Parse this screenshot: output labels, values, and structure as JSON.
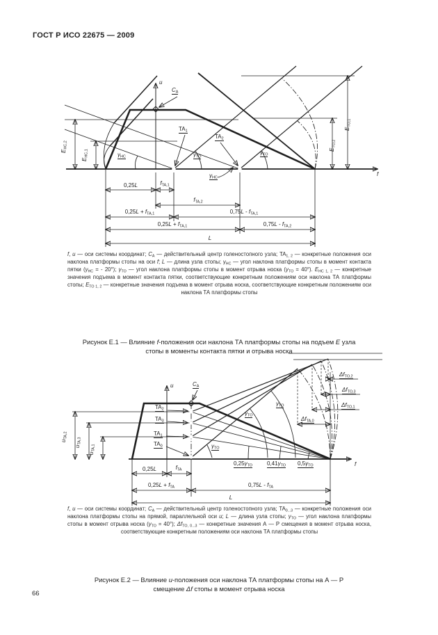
{
  "page": {
    "header": "ГОСТ Р ИСО 22675 — 2009",
    "number": "66"
  },
  "fig1": {
    "labels": {
      "u": [
        {
          "t": "u",
          "i": 1
        }
      ],
      "f": [
        {
          "t": "f",
          "i": 1
        }
      ],
      "ca": [
        {
          "t": "C",
          "i": 1
        },
        {
          "t": "A",
          "s": 1
        }
      ],
      "ta1": [
        {
          "t": "TA"
        },
        {
          "t": "1",
          "s": 1
        }
      ],
      "ta2": [
        {
          "t": "TA"
        },
        {
          "t": "2",
          "s": 1
        }
      ],
      "gamma_hc_left": [
        {
          "t": "γ",
          "i": 1
        },
        {
          "t": "HC",
          "s": 1
        }
      ],
      "gamma_to_1": [
        {
          "t": "γ",
          "i": 1
        },
        {
          "t": "TO",
          "s": 1
        }
      ],
      "gamma_to_2": [
        {
          "t": "γ",
          "i": 1
        },
        {
          "t": "TO",
          "s": 1
        }
      ],
      "gamma_hc_mid": [
        {
          "t": "γ",
          "i": 1
        },
        {
          "t": "HC",
          "s": 1
        }
      ],
      "e_hc2": [
        {
          "t": "E",
          "i": 1
        },
        {
          "t": "HC,2",
          "s": 1
        }
      ],
      "e_hc1": [
        {
          "t": "E",
          "i": 1
        },
        {
          "t": "HC,1",
          "s": 1
        }
      ],
      "e_to1": [
        {
          "t": "E",
          "i": 1
        },
        {
          "t": "TO,1",
          "s": 1
        }
      ],
      "e_to2": [
        {
          "t": "E",
          "i": 1
        },
        {
          "t": "TO,2",
          "s": 1
        }
      ],
      "dim_025l": [
        {
          "t": "0,25"
        },
        {
          "t": "L",
          "i": 1
        }
      ],
      "dim_fta1": [
        {
          "t": "f",
          "i": 1
        },
        {
          "t": "TA,1",
          "s": 1
        }
      ],
      "dim_fta2": [
        {
          "t": "f",
          "i": 1
        },
        {
          "t": "TA,2",
          "s": 1
        }
      ],
      "dim_025l_fta1_a": [
        {
          "t": "0,25"
        },
        {
          "t": "L",
          "i": 1
        },
        {
          "t": " + "
        },
        {
          "t": "f",
          "i": 1
        },
        {
          "t": "TA,1",
          "s": 1
        }
      ],
      "dim_075l_fta1": [
        {
          "t": "0,75"
        },
        {
          "t": "L",
          "i": 1
        },
        {
          "t": " - "
        },
        {
          "t": "f",
          "i": 1
        },
        {
          "t": "TA,1",
          "s": 1
        }
      ],
      "dim_025l_fta1_b": [
        {
          "t": "0,25"
        },
        {
          "t": "L",
          "i": 1
        },
        {
          "t": " + "
        },
        {
          "t": "f",
          "i": 1
        },
        {
          "t": "TA,1",
          "s": 1
        }
      ],
      "dim_075l_fta2": [
        {
          "t": "0,75"
        },
        {
          "t": "L",
          "i": 1
        },
        {
          "t": " - "
        },
        {
          "t": "f",
          "i": 1
        },
        {
          "t": "TA,2",
          "s": 1
        }
      ],
      "dim_l": [
        {
          "t": "L",
          "i": 1
        }
      ]
    },
    "caption": [
      {
        "t": "f",
        "i": 1
      },
      {
        "t": ", "
      },
      {
        "t": "u",
        "i": 1
      },
      {
        "t": " — оси системы координат; "
      },
      {
        "t": "C",
        "i": 1
      },
      {
        "t": "A",
        "s": 1
      },
      {
        "t": " — действительный центр голеностопного узла; TA"
      },
      {
        "t": "1, 2",
        "s": 1
      },
      {
        "t": " — конкретные положения оси наклона платформы стопы на оси "
      },
      {
        "t": "f",
        "i": 1
      },
      {
        "t": "; "
      },
      {
        "t": "L",
        "i": 1
      },
      {
        "t": " — длина узла стопы; "
      },
      {
        "t": "γ",
        "i": 1
      },
      {
        "t": "HC",
        "s": 1
      },
      {
        "t": " — угол наклона платформы стопы в момент контакта пятки ("
      },
      {
        "t": "γ",
        "i": 1
      },
      {
        "t": "HC",
        "s": 1
      },
      {
        "t": " = - 20°); "
      },
      {
        "t": "γ",
        "i": 1
      },
      {
        "t": "TO",
        "s": 1
      },
      {
        "t": " — угол наклона платформы стопы в момент отрыва носка ("
      },
      {
        "t": "γ",
        "i": 1
      },
      {
        "t": "TO",
        "s": 1
      },
      {
        "t": " = 40°). "
      },
      {
        "t": "E",
        "i": 1
      },
      {
        "t": "HC 1, 2",
        "s": 1
      },
      {
        "t": " — конкретные значения подъема в момент контакта пятки, соответствующие конкретным положениям оси наклона ТА платформы стопы; "
      },
      {
        "t": "E",
        "i": 1
      },
      {
        "t": "TO 1, 2",
        "s": 1
      },
      {
        "t": " — конкретные значения подъема в момент отрыва носка, соответствующие конкретным положениям оси наклона ТА платформы стопы"
      }
    ],
    "title_line1": [
      {
        "t": "Рисунок Е.1 — Влияние "
      },
      {
        "t": "f",
        "i": 1
      },
      {
        "t": "-положения оси наклона ТА платформы стопы на подъем "
      },
      {
        "t": "Е",
        "i": 1
      },
      {
        "t": " узла"
      }
    ],
    "title_line2": [
      {
        "t": "стопы в моменты контакта пятки и отрыва носка"
      }
    ]
  },
  "fig2": {
    "labels": {
      "u": [
        {
          "t": "u",
          "i": 1
        }
      ],
      "f": [
        {
          "t": "f",
          "i": 1
        }
      ],
      "ca": [
        {
          "t": "C",
          "i": 1
        },
        {
          "t": "A",
          "s": 1
        }
      ],
      "ta2": [
        {
          "t": "TA"
        },
        {
          "t": "2",
          "s": 1
        }
      ],
      "ta3": [
        {
          "t": "TA"
        },
        {
          "t": "3",
          "s": 1
        }
      ],
      "ta1": [
        {
          "t": "TA"
        },
        {
          "t": "1",
          "s": 1
        }
      ],
      "ta0": [
        {
          "t": "TA"
        },
        {
          "t": "0",
          "s": 1
        }
      ],
      "u_ta2": [
        {
          "t": "u",
          "i": 1
        },
        {
          "t": "TA,2",
          "s": 1
        }
      ],
      "u_ta3": [
        {
          "t": "u",
          "i": 1
        },
        {
          "t": "TA,3",
          "s": 1
        }
      ],
      "u_ta1": [
        {
          "t": "u",
          "i": 1
        },
        {
          "t": "TA,1",
          "s": 1
        }
      ],
      "gamma_to_small": [
        {
          "t": "γ",
          "i": 1
        },
        {
          "t": "TO",
          "s": 1
        }
      ],
      "gamma_to_mid": [
        {
          "t": "γ",
          "i": 1
        },
        {
          "t": "TO",
          "s": 1
        }
      ],
      "gamma_to_outer": [
        {
          "t": "γ",
          "i": 1
        },
        {
          "t": "TO",
          "s": 1
        }
      ],
      "frac_025": [
        {
          "t": "0,25"
        },
        {
          "t": "γ",
          "i": 1
        },
        {
          "t": "TO",
          "s": 1
        }
      ],
      "frac_041": [
        {
          "t": "0,41"
        },
        {
          "t": "γ",
          "i": 1
        },
        {
          "t": "TO",
          "s": 1
        }
      ],
      "frac_05": [
        {
          "t": "0,5"
        },
        {
          "t": "γ",
          "i": 1
        },
        {
          "t": "TO",
          "s": 1
        }
      ],
      "df_to2": [
        {
          "t": "Δf",
          "i": 1
        },
        {
          "t": "TO,2",
          "s": 1
        }
      ],
      "df_to3": [
        {
          "t": "Δf",
          "i": 1
        },
        {
          "t": "TO,3",
          "s": 1
        }
      ],
      "df_to1": [
        {
          "t": "Δf",
          "i": 1
        },
        {
          "t": "TO,1",
          "s": 1
        }
      ],
      "df_ta0": [
        {
          "t": "Δf",
          "i": 1
        },
        {
          "t": "TA,0",
          "s": 1
        }
      ],
      "dim_025l": [
        {
          "t": "0,25"
        },
        {
          "t": "L",
          "i": 1
        }
      ],
      "dim_fta": [
        {
          "t": "f",
          "i": 1
        },
        {
          "t": "TA",
          "s": 1
        }
      ],
      "dim_025l_fta": [
        {
          "t": "0,25"
        },
        {
          "t": "L",
          "i": 1
        },
        {
          "t": " + "
        },
        {
          "t": "f",
          "i": 1
        },
        {
          "t": "TA",
          "s": 1
        }
      ],
      "dim_075l_fta": [
        {
          "t": "0,75"
        },
        {
          "t": "L",
          "i": 1
        },
        {
          "t": " - "
        },
        {
          "t": "f",
          "i": 1
        },
        {
          "t": "TA",
          "s": 1
        }
      ],
      "dim_l": [
        {
          "t": "L",
          "i": 1
        }
      ]
    },
    "caption": [
      {
        "t": "f",
        "i": 1
      },
      {
        "t": ", "
      },
      {
        "t": "u",
        "i": 1
      },
      {
        "t": " — оси системы координат; "
      },
      {
        "t": "C",
        "i": 1
      },
      {
        "t": "A",
        "s": 1
      },
      {
        "t": " — действительный центр голеностопного узла; TA"
      },
      {
        "t": "0...3",
        "s": 1
      },
      {
        "t": " — конкретные положения оси наклона платформы стопы на прямой, параллельной оси "
      },
      {
        "t": "u",
        "i": 1
      },
      {
        "t": "; "
      },
      {
        "t": "L",
        "i": 1
      },
      {
        "t": " — длина узла стопы; "
      },
      {
        "t": "γ",
        "i": 1
      },
      {
        "t": "TO",
        "s": 1
      },
      {
        "t": " — угол наклона платформы стопы в момент отрыва носка ("
      },
      {
        "t": "γ",
        "i": 1
      },
      {
        "t": "TO",
        "s": 1
      },
      {
        "t": " = 40°); "
      },
      {
        "t": "Δf",
        "i": 1
      },
      {
        "t": "TO, 0...3",
        "s": 1
      },
      {
        "t": " — конкретные значения А — Р смещения в момент отрыва носка, соответствующие конкретным положениям оси наклона ТА платформы стопы"
      }
    ],
    "title_line1": [
      {
        "t": "Рисунок Е.2 — Влияние "
      },
      {
        "t": "u",
        "i": 1
      },
      {
        "t": "-положения оси наклона ТА платформы стопы на А — Р"
      }
    ],
    "title_line2": [
      {
        "t": "смещение "
      },
      {
        "t": "Δf",
        "i": 1
      },
      {
        "t": " стопы в момент отрыва носка"
      }
    ]
  }
}
